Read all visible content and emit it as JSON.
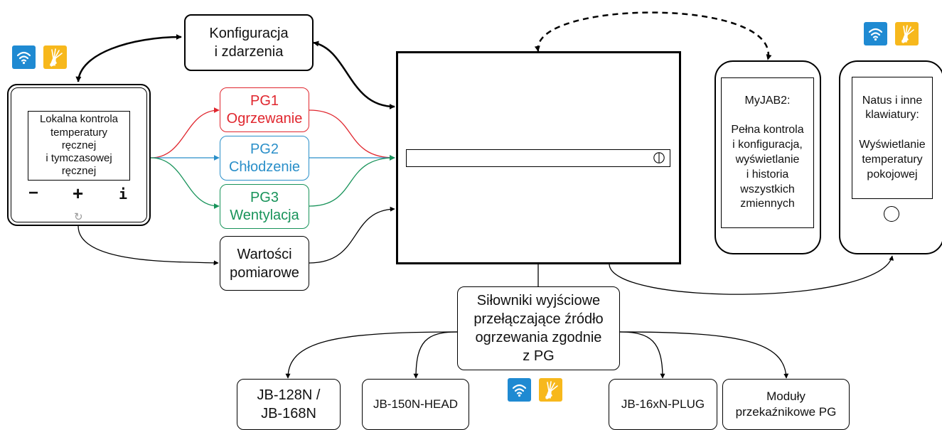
{
  "thermostat": {
    "screen_text": "Lokalna kontrola\ntemperatury\nręcznej\ni tymczasowej\nręcznej",
    "minus_label": "−",
    "plus_label": "+",
    "info_label": "i",
    "reset_symbol": "↻"
  },
  "config": {
    "label": "Konfiguracja\ni zdarzenia"
  },
  "pg1": {
    "label": "PG1\nOgrzewanie",
    "color": "#e0262e"
  },
  "pg2": {
    "label": "PG2\nChłodzenie",
    "color": "#2a8fc9"
  },
  "pg3": {
    "label": "PG3\nWentylacja",
    "color": "#18935a"
  },
  "measurements": {
    "label": "Wartości\npomiarowe"
  },
  "myjab": {
    "label": "MyJAB2:\n\nPełna kontrola\ni konfiguracja,\nwyświetlanie\ni historia\nwszystkich\nzmiennych"
  },
  "keypad": {
    "label": "Natus i inne\nklawiatury:\n\nWyświetlanie\ntemperatury\npokojowej"
  },
  "actuators": {
    "label": "Siłowniki wyjściowe\nprzełączające źródło\nogrzewania zgodnie\nz PG"
  },
  "devices": [
    {
      "label": "JB-128N /\nJB-168N"
    },
    {
      "label": "JB-150N-HEAD"
    },
    {
      "label": "JB-16xN-PLUG"
    },
    {
      "label": "Moduły\nprzekaźnikowe PG"
    }
  ],
  "icons": [
    {
      "name": "wifi-icon",
      "color": "#1f8ad2"
    },
    {
      "name": "cable-bundle-icon",
      "color": "#f7b81c"
    }
  ]
}
